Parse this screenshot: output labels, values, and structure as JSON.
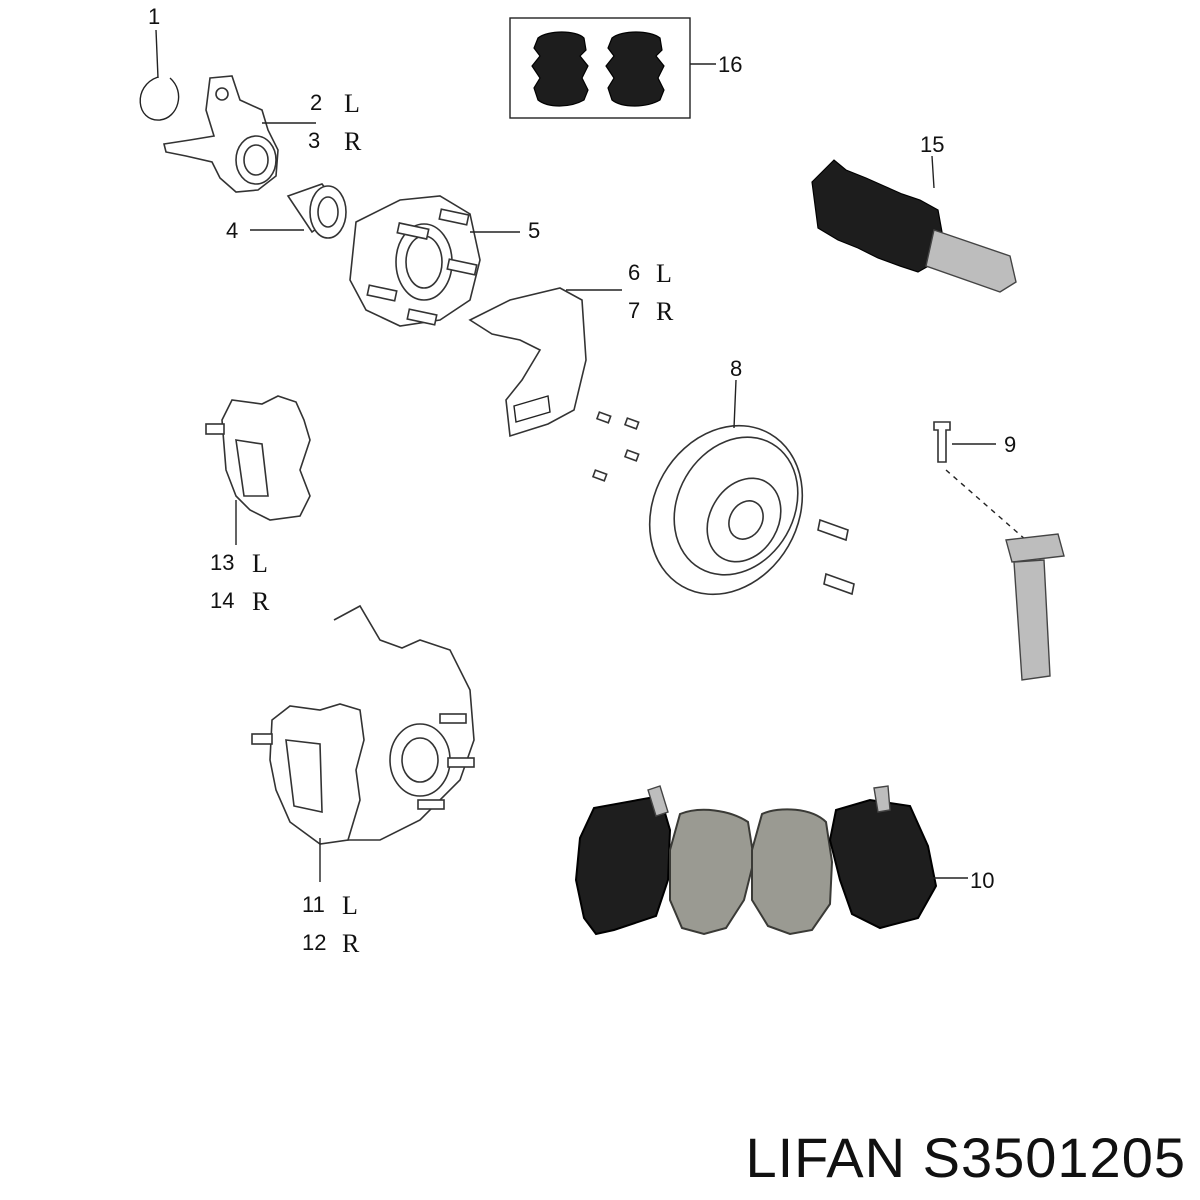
{
  "callouts": [
    {
      "num": "1",
      "side": ""
    },
    {
      "num": "2",
      "side": "L"
    },
    {
      "num": "3",
      "side": "R"
    },
    {
      "num": "4",
      "side": ""
    },
    {
      "num": "5",
      "side": ""
    },
    {
      "num": "6",
      "side": "L"
    },
    {
      "num": "7",
      "side": "R"
    },
    {
      "num": "8",
      "side": ""
    },
    {
      "num": "9",
      "side": ""
    },
    {
      "num": "10",
      "side": ""
    },
    {
      "num": "11",
      "side": "L"
    },
    {
      "num": "12",
      "side": "R"
    },
    {
      "num": "13",
      "side": "L"
    },
    {
      "num": "14",
      "side": "R"
    },
    {
      "num": "15",
      "side": ""
    },
    {
      "num": "16",
      "side": ""
    }
  ],
  "footer": {
    "brand": "LIFAN",
    "part_number": "S3501205"
  },
  "colors": {
    "line": "#222222",
    "pad_friction": "#9a9a92",
    "pad_backing": "#1e1e1e",
    "rubber": "#1d1d1d"
  }
}
